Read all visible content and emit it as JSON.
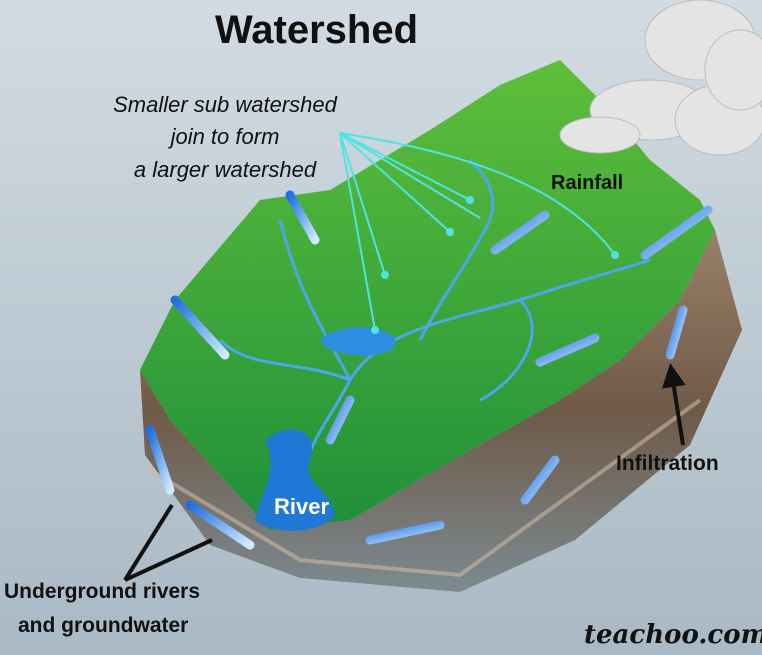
{
  "title": "Watershed",
  "annotation": [
    "Smaller sub watershed",
    "join to form",
    "a larger watershed"
  ],
  "labels": {
    "rainfall": "Rainfall",
    "infiltration": "Infiltration",
    "river": "River",
    "underground_line1": "Underground rivers",
    "underground_line2": "and groundwater"
  },
  "watermark": "teachoo.com",
  "colors": {
    "land": "#3aa63a",
    "soil": "#8a6a50",
    "water": "#1e7fd6",
    "pointer": "#4fe3e3"
  }
}
